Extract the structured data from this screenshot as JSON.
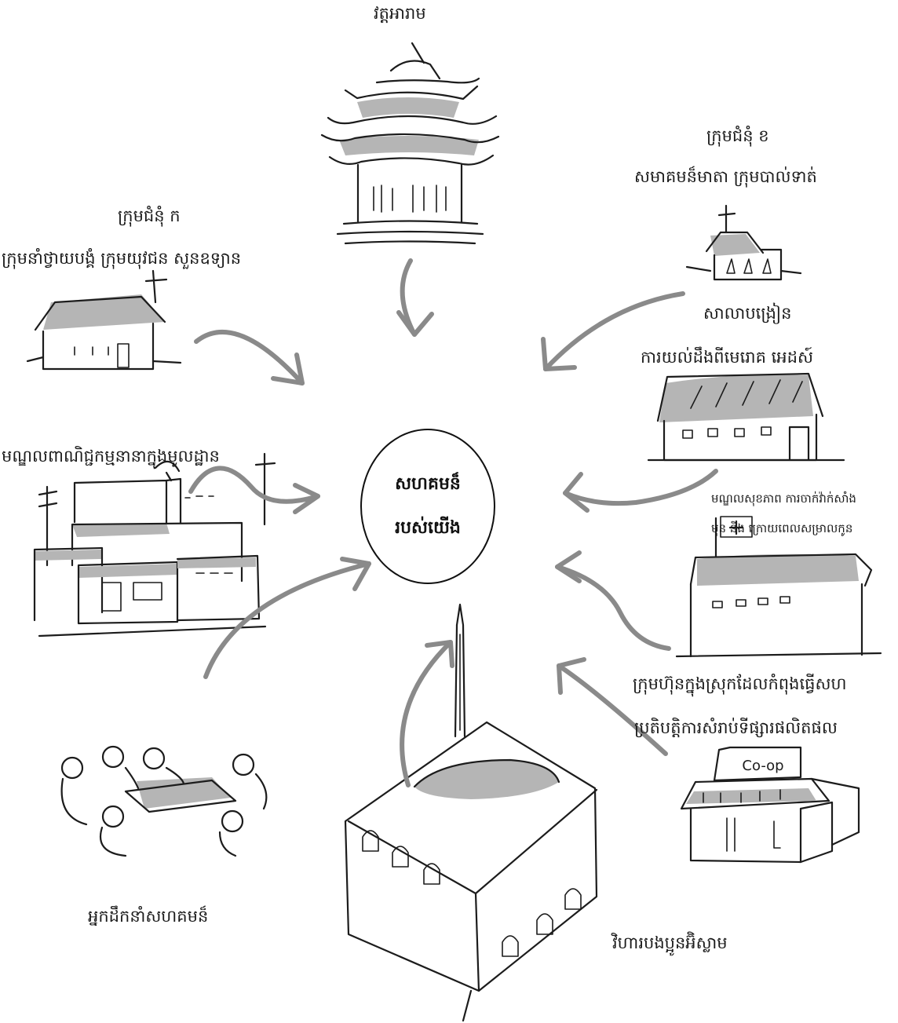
{
  "center": {
    "line1": "សហគមន៏",
    "line2": "របស់យើង"
  },
  "labels": {
    "pagoda": "វត្តអារាម",
    "group_a_title": "ក្រុមជំនុំ ក",
    "group_a_desc": "ក្រុមនាំថ្វាយបង្គំ ក្រុមយុវជន  សួនឧទ្យាន",
    "group_b_title": "ក្រុមជំនុំ ខ",
    "group_b_desc": "សមាគមន៏មាតា ក្រុមបាល់ទាត់",
    "school_title": "សាលាបង្រៀន",
    "school_desc": "ការយល់ដឹងពីមេរោគ អេដស៍",
    "business_center": "មណ្ឌលពាណិជ្ជកម្មនានាក្នុងមូលដ្ឋាន",
    "health_line1": "មណ្ឌលសុខភាព ការចាក់វ៉ាក់សាំង",
    "health_line2": "មុន និង ក្រោយពេលសម្រាលកូន",
    "coop_line1": "ក្រុមហ៊ុនក្នុងស្រុកដែលកំពុងធ្វើសហ",
    "coop_line2": "ប្រតិបត្តិការសំរាប់ទីផ្សារផលិតផល",
    "coop_sign": "Co-op",
    "leaders": "អ្នកដឹកនាំសហគមន៏",
    "mosque": "វិហារបងប្អូនអ៊ិស្លាម"
  },
  "icons": {
    "pagoda": "pagoda-icon",
    "church_a": "church-icon",
    "church_b": "small-church-icon",
    "school": "school-building-icon",
    "market": "market-buildings-icon",
    "clinic": "clinic-icon",
    "coop": "coop-shop-icon",
    "leaders": "people-meeting-icon",
    "mosque": "mosque-icon"
  },
  "colors": {
    "arrow": "#8a8a8a",
    "ink": "#1c1c1c",
    "shade": "#b5b5b5"
  }
}
